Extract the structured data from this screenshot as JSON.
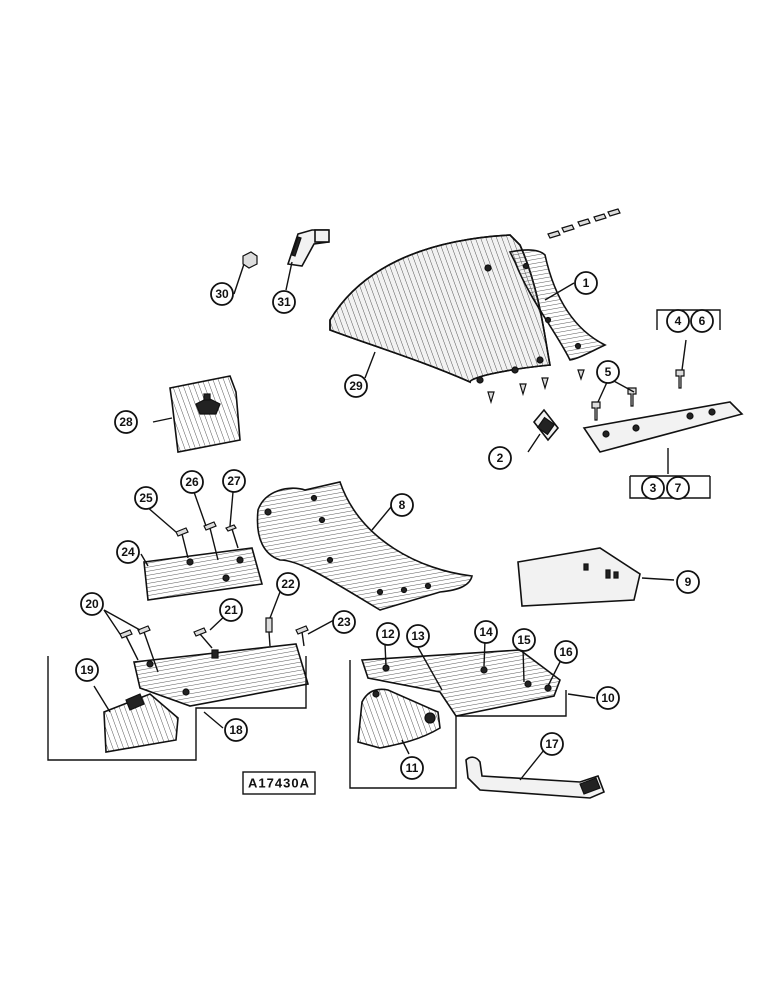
{
  "figure_id": "A17430A",
  "callouts": [
    "1",
    "2",
    "3",
    "4",
    "5",
    "6",
    "7",
    "8",
    "9",
    "10",
    "11",
    "12",
    "13",
    "14",
    "15",
    "16",
    "17",
    "18",
    "19",
    "20",
    "21",
    "22",
    "23",
    "24",
    "25",
    "26",
    "27",
    "28",
    "29",
    "30",
    "31"
  ]
}
